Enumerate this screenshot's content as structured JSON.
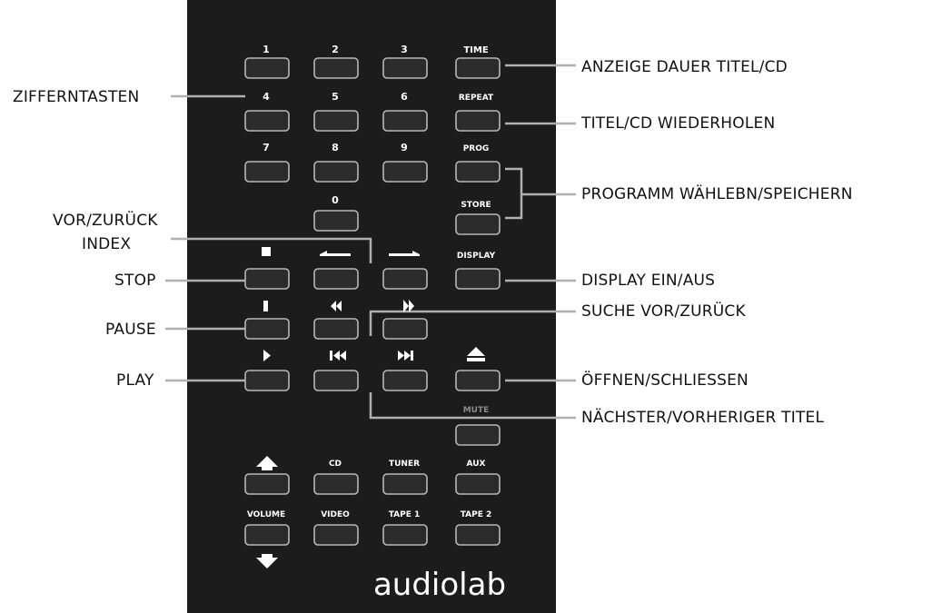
{
  "remote": {
    "brand": "audiolab",
    "body_color": "#1c1c1c",
    "button_color": "#2b2b2b",
    "button_border": "#b8b8b8",
    "button_labels": {
      "n1": "1",
      "n2": "2",
      "n3": "3",
      "time": "TIME",
      "n4": "4",
      "n5": "5",
      "n6": "6",
      "repeat": "REPEAT",
      "n7": "7",
      "n8": "8",
      "n9": "9",
      "prog": "PROG",
      "n0": "0",
      "store": "STORE",
      "display": "DISPLAY",
      "mute": "MUTE",
      "cd": "CD",
      "tuner": "TUNER",
      "aux": "AUX",
      "volume": "VOLUME",
      "video": "VIDEO",
      "tape1": "TAPE 1",
      "tape2": "TAPE 2"
    },
    "icons": {
      "stop": "stop-icon",
      "prev_index": "arrow-left-icon",
      "next_index": "arrow-right-icon",
      "pause": "pause-icon",
      "rewind": "rewind-icon",
      "forward": "fast-forward-icon",
      "play": "play-icon",
      "skip_prev": "skip-previous-icon",
      "skip_next": "skip-next-icon",
      "eject": "eject-icon",
      "vol_up": "volume-up-icon",
      "vol_down": "volume-down-icon"
    }
  },
  "callouts": {
    "zifferntasten": "ZIFFERNTASTEN",
    "vor_zurueck": "VOR/ZURÜCK",
    "index": "INDEX",
    "stop": "STOP",
    "pause": "PAUSE",
    "play": "PLAY",
    "anzeige": "ANZEIGE DAUER TITEL/CD",
    "wiederholen": "TITEL/CD WIEDERHOLEN",
    "programm": "PROGRAMM WÄHLEBN/SPEICHERN",
    "display": "DISPLAY EIN/AUS",
    "suche": "SUCHE VOR/ZURÜCK",
    "oeffnen": "ÖFFNEN/SCHLIESSEN",
    "naechster": "NÄCHSTER/VORHERIGER TITEL"
  }
}
